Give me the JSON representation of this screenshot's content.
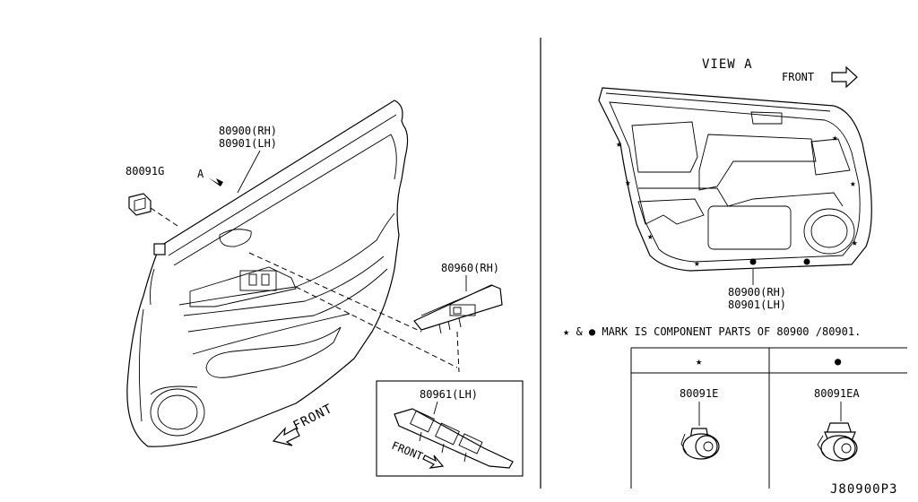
{
  "left_view": {
    "door_trim_label_rh": "80900(RH)",
    "door_trim_label_lh": "80901(LH)",
    "clip_part_label": "80091G",
    "view_arrow_label": "A",
    "switch_rh_label": "80960(RH)",
    "switch_lh_label": "80961(LH)",
    "front_label": "FRONT",
    "inset_front_label": "FRONT"
  },
  "right_view": {
    "title": "VIEW A",
    "front_label": "FRONT",
    "trim_label_rh": "80900(RH)",
    "trim_label_lh": "80901(LH)",
    "legend_note": "★ & ● MARK IS COMPONENT PARTS OF 80900 /80901."
  },
  "parts_table": {
    "col1_symbol": "★",
    "col2_symbol": "●",
    "col1_part": "80091E",
    "col2_part": "80091EA"
  },
  "diagram_code": "J80900P3"
}
